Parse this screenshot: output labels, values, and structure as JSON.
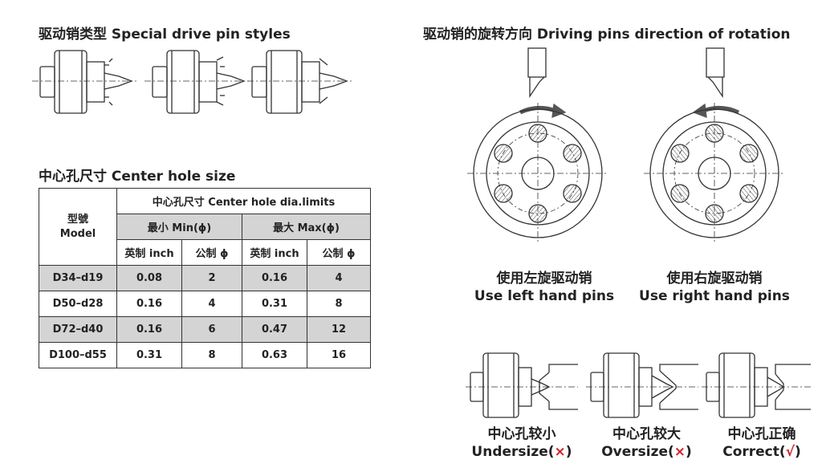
{
  "headings": {
    "drive_pin_styles": "驱动销类型  Special drive pin styles",
    "rotation_direction": "驱动销的旋转方向 Driving pins direction of  rotation",
    "center_hole_size": "中心孔尺寸 Center hole size"
  },
  "table": {
    "model_header_cn": "型號",
    "model_header_en": "Model",
    "limits_header": "中心孔尺寸 Center hole dia.limits",
    "min_header": "最小 Min(ϕ)",
    "max_header": "最大 Max(ϕ)",
    "sub_headers": [
      "英制 inch",
      "公制 ϕ",
      "英制 inch",
      "公制 ϕ"
    ],
    "rows": [
      [
        "D34–d19",
        "0.08",
        "2",
        "0.16",
        "4"
      ],
      [
        "D50–d28",
        "0.16",
        "4",
        "0.31",
        "8"
      ],
      [
        "D72–d40",
        "0.16",
        "6",
        "0.47",
        "12"
      ],
      [
        "D100–d55",
        "0.31",
        "8",
        "0.63",
        "16"
      ]
    ]
  },
  "rotation": {
    "left_cn": "使用左旋驱动销",
    "left_en": "Use left hand pins",
    "right_cn": "使用右旋驱动销",
    "right_en": "Use right hand pins"
  },
  "fit": [
    {
      "cn": "中心孔较小",
      "en": "Undersize(",
      "mark": "×",
      "close": ")"
    },
    {
      "cn": "中心孔较大",
      "en": "Oversize(",
      "mark": "×",
      "close": ")"
    },
    {
      "cn": "中心孔正确",
      "en": "Correct(",
      "mark": "√",
      "close": ")"
    }
  ],
  "colors": {
    "ink": "#222222",
    "grey_fill": "#d4d4d4",
    "mark_red": "#d2232a"
  }
}
